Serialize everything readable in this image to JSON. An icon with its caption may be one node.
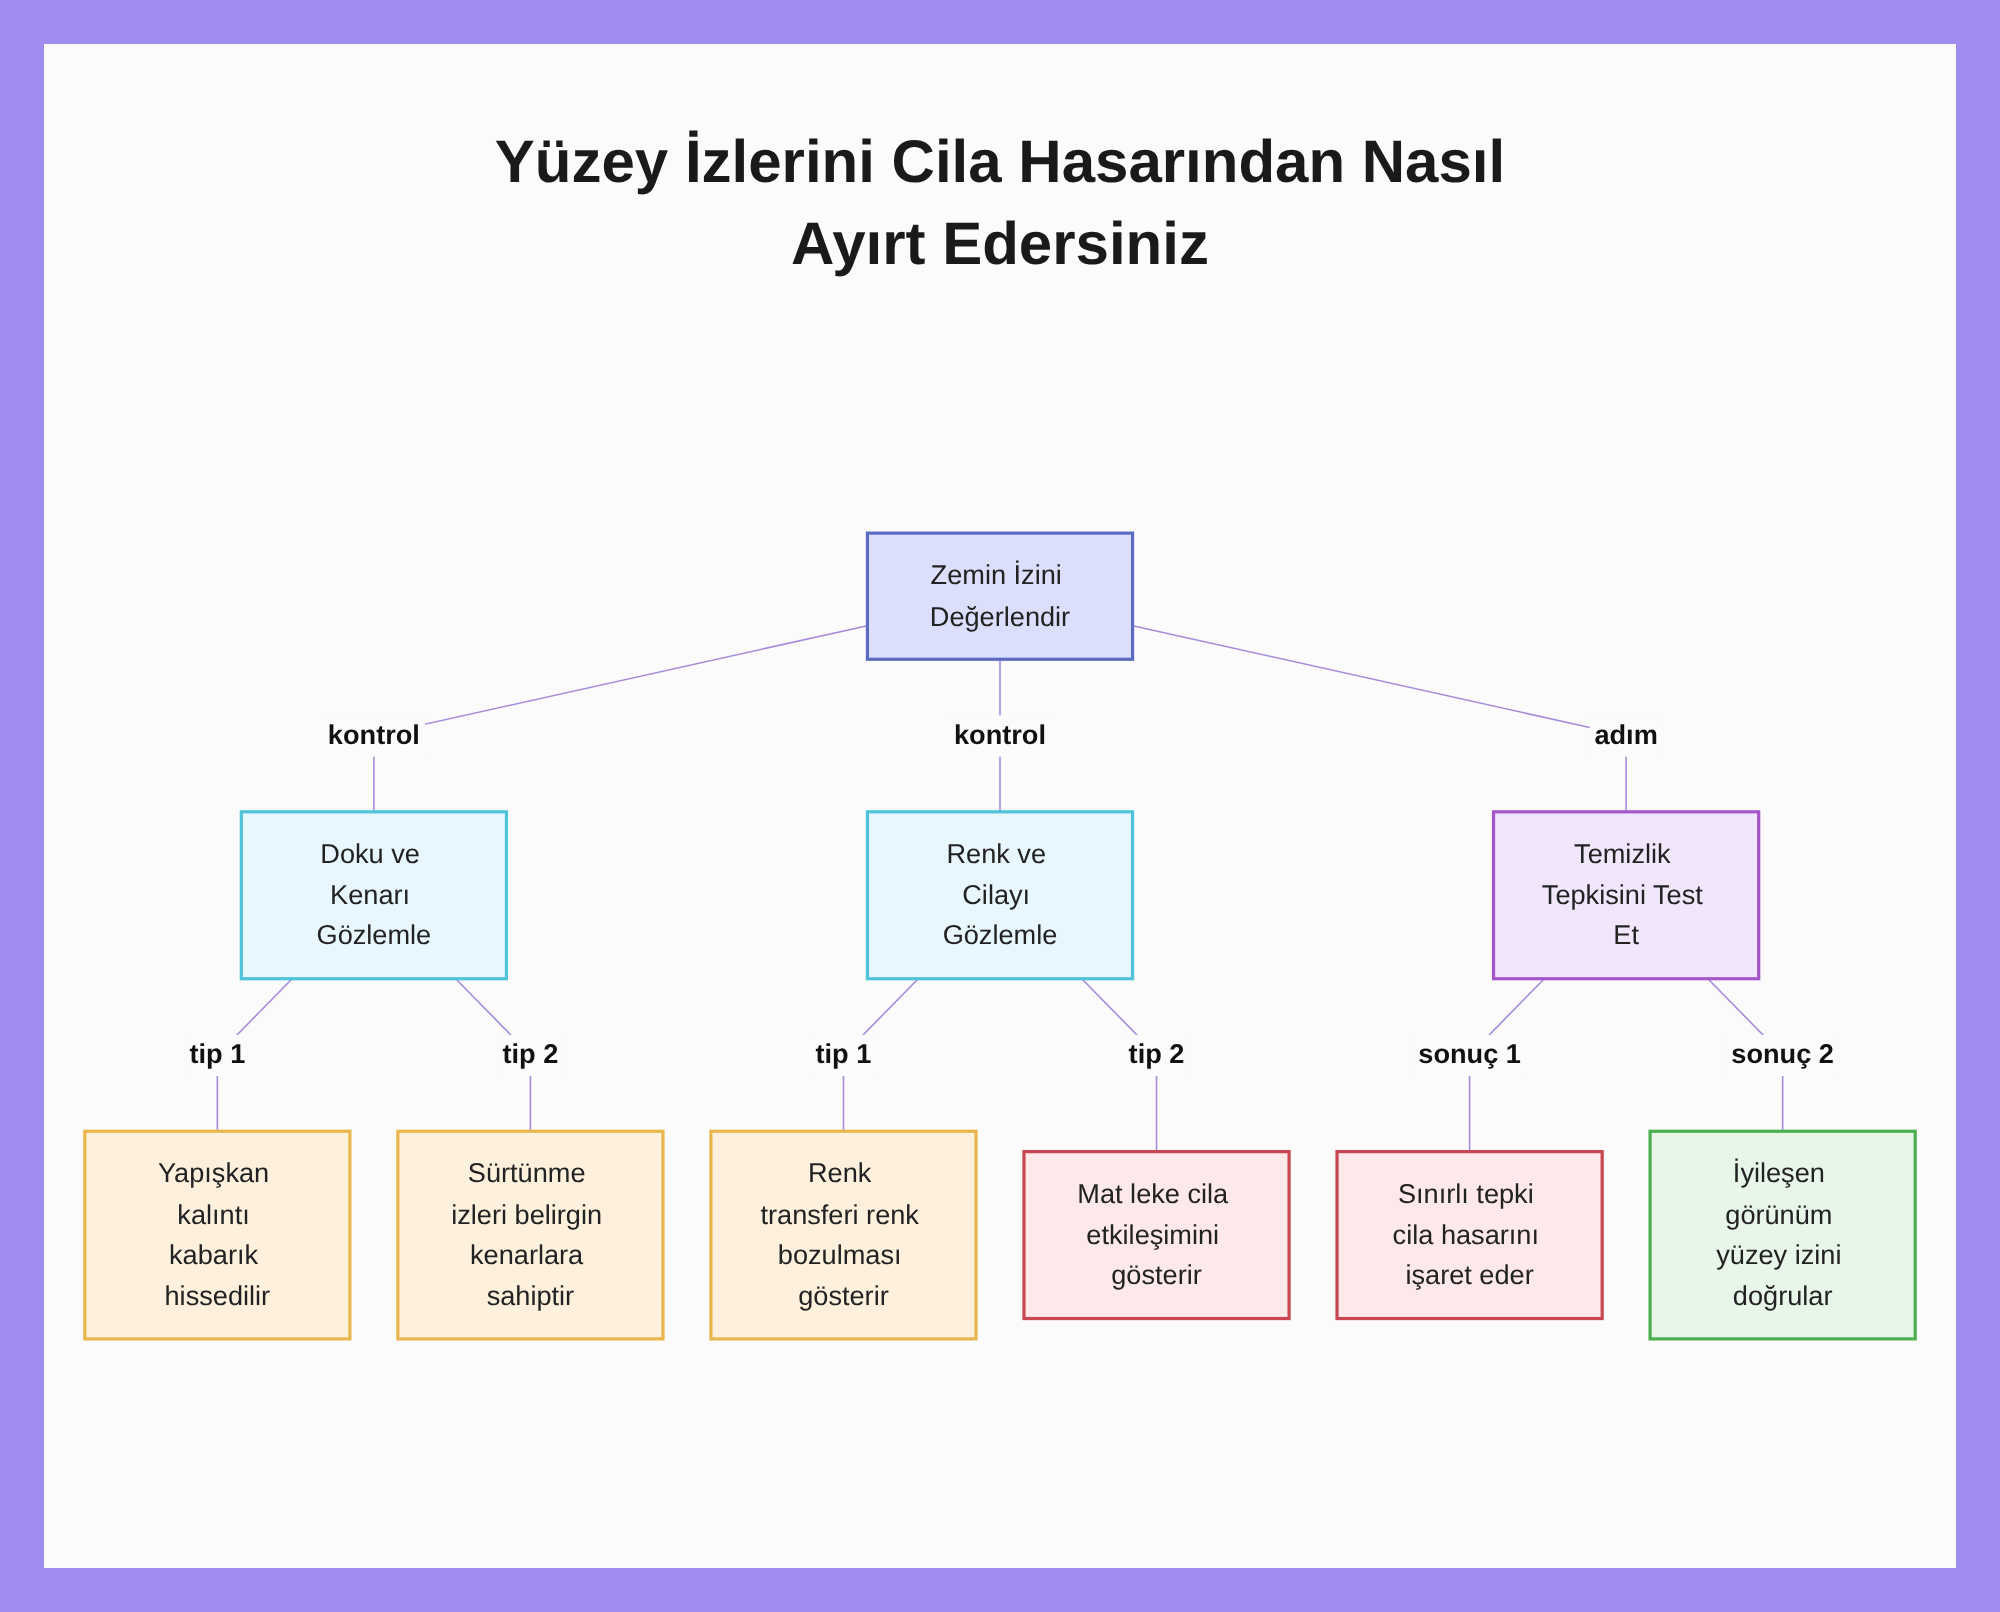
{
  "diagram": {
    "title": "Yüzey İzlerini Cila Hasarından Nasıl Ayırt Edersiniz",
    "nodes": [
      {
        "text": [
          "Zemin İzini Değerlendir"
        ]
      },
      {
        "text": [
          "Doku ve Kenarı Gözlemle"
        ]
      },
      {
        "text": [
          "Renk ve Cilayı Gözlemle"
        ]
      },
      {
        "text": [
          "Temizlik Tepkisini Test Et"
        ]
      },
      {
        "text": [
          "Yapışkan kalıntı kabarık hissedilir"
        ]
      },
      {
        "text": [
          "Sürtünme izleri belirgin kenarlara sahiptir"
        ]
      },
      {
        "text": [
          "Renk transferi renk bozulması gösterir"
        ]
      },
      {
        "text": [
          "Mat leke cila etkileşimini gösterir"
        ]
      },
      {
        "text": [
          "Sınırlı tepki cila hasarını işaret eder"
        ]
      },
      {
        "text": [
          "İyileşen görünüm yüzey izini doğrular"
        ]
      }
    ],
    "edges": [
      {
        "from": 0,
        "to": 1,
        "arrow": "none",
        "label": "kontrol"
      },
      {
        "from": 0,
        "to": 2,
        "arrow": "none",
        "label": "kontrol"
      },
      {
        "from": 0,
        "to": 3,
        "arrow": "none",
        "label": "adım"
      },
      {
        "from": 1,
        "to": 4,
        "arrow": "none",
        "label": "tip 1"
      },
      {
        "from": 1,
        "to": 5,
        "arrow": "none",
        "label": "tip 2"
      },
      {
        "from": 2,
        "to": 6,
        "arrow": "none",
        "label": "tip 1"
      },
      {
        "from": 2,
        "to": 7,
        "arrow": "none",
        "label": "tip 2"
      },
      {
        "from": 3,
        "to": 8,
        "arrow": "none",
        "label": "sonuç 1"
      },
      {
        "from": 3,
        "to": 9,
        "arrow": "none",
        "label": "sonuç 2"
      }
    ]
  }
}
